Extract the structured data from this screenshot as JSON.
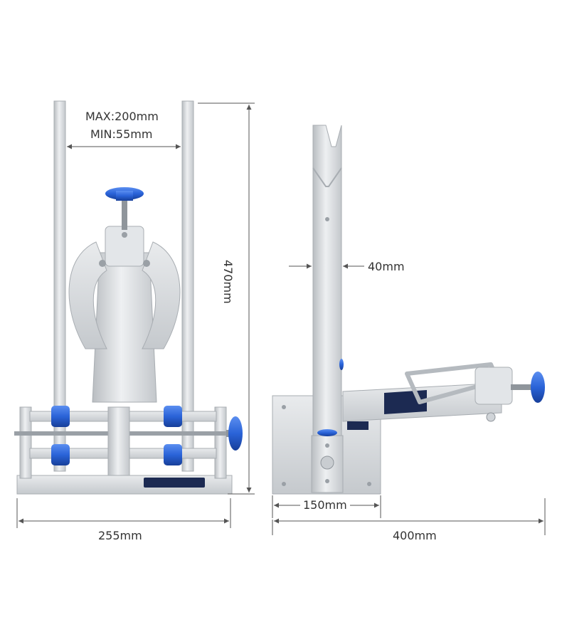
{
  "dimensions": {
    "max_width": "MAX:200mm",
    "min_width": "MIN:55mm",
    "height": "470mm",
    "arm_width": "40mm",
    "base_depth": "150mm",
    "base_width": "255mm",
    "total_depth": "400mm"
  },
  "colors": {
    "aluminum": "#d9dcdf",
    "aluminum_dark": "#a9aeb3",
    "knob_blue": "#2a63d8",
    "line": "#555555",
    "label_text": "#333333"
  }
}
